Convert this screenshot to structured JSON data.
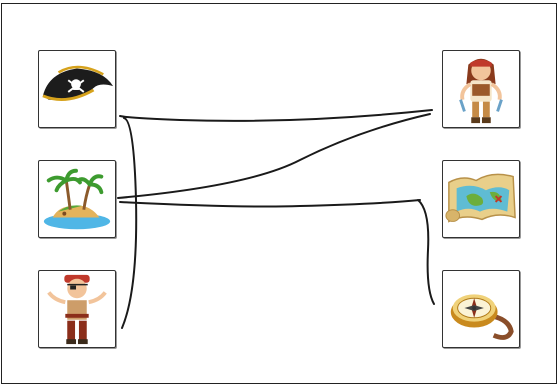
{
  "left_items": [
    {
      "id": "pirate-hat",
      "icon": "pirate-hat-icon"
    },
    {
      "id": "island",
      "icon": "island-icon"
    },
    {
      "id": "pirate-boy",
      "icon": "pirate-boy-icon"
    }
  ],
  "right_items": [
    {
      "id": "pirate-girl",
      "icon": "pirate-girl-icon"
    },
    {
      "id": "treasure-map",
      "icon": "treasure-map-icon"
    },
    {
      "id": "compass",
      "icon": "compass-icon"
    }
  ],
  "connections": [
    {
      "from": "pirate-hat",
      "to": "pirate-girl"
    },
    {
      "from": "island",
      "to": "pirate-girl"
    },
    {
      "from": "island",
      "to": "treasure-map"
    },
    {
      "from": "pirate-hat",
      "to": "pirate-boy"
    },
    {
      "from": "treasure-map",
      "to": "compass"
    }
  ],
  "colors": {
    "line": "#1a1a1a",
    "border": "#333333"
  }
}
